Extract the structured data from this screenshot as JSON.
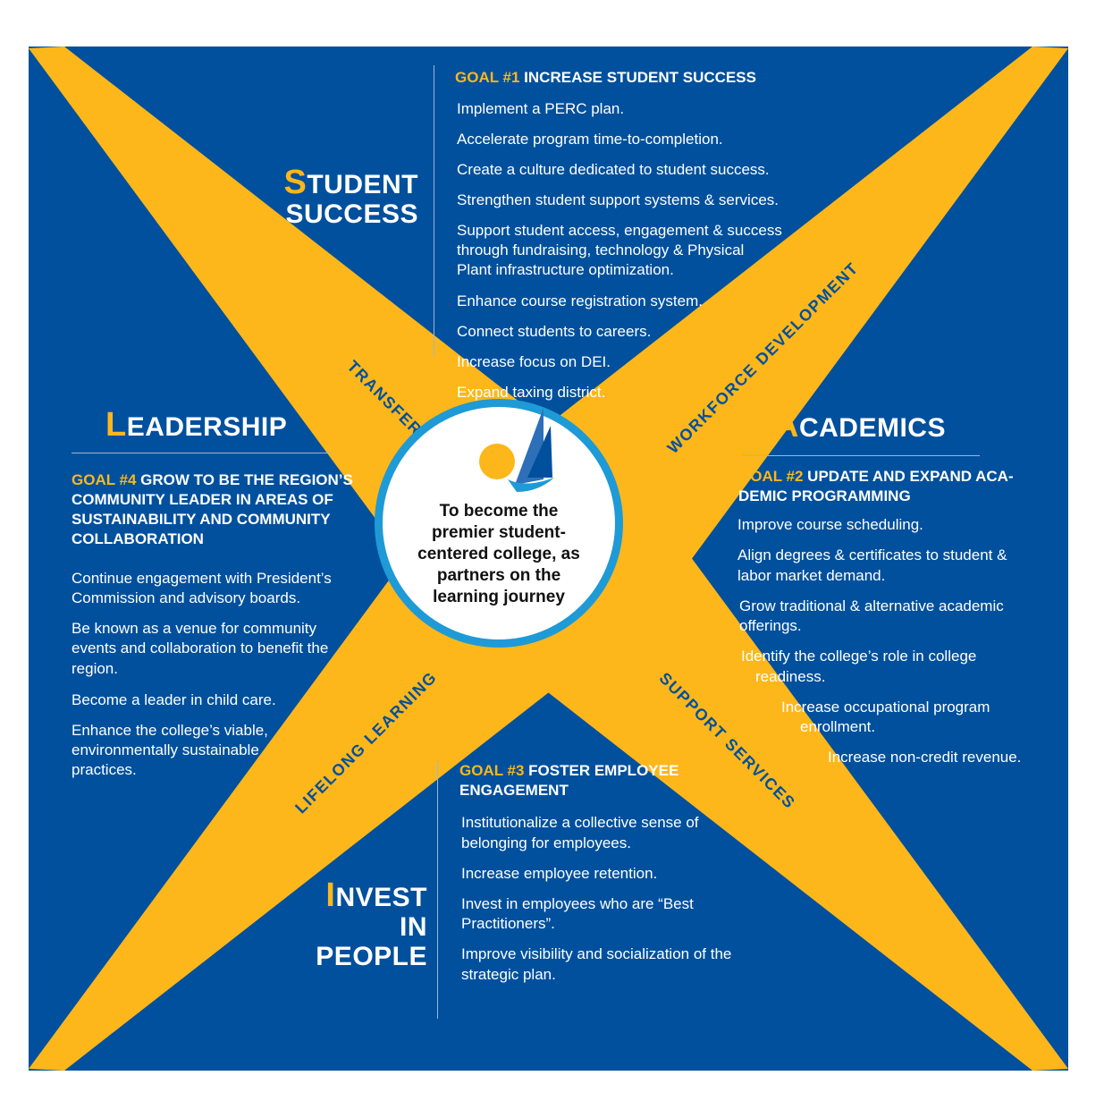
{
  "colors": {
    "background": "#00509d",
    "accent": "#fdb71a",
    "ring": "#1e9ad6"
  },
  "center": {
    "logo": "sailboat-logo-icon",
    "mission": "To become the premier student-centered college, as partners on the learning journey"
  },
  "bands": {
    "transfer": "TRANSFER",
    "workforce": "WORKFORCE DEVELOPMENT",
    "lifelong": "LIFELONG LEARNING",
    "support": "SUPPORT SERVICES"
  },
  "areas": {
    "student_success": {
      "cap": "S",
      "line1": "TUDENT",
      "line2": "SUCCESS"
    },
    "leadership": {
      "cap": "L",
      "rest": "EADERSHIP"
    },
    "academics": {
      "cap": "A",
      "rest": "CADEMICS"
    },
    "invest": {
      "cap": "I",
      "line1": "NVEST",
      "line2": "IN PEOPLE"
    }
  },
  "goals": {
    "g1": {
      "num": "GOAL #1",
      "title": "INCREASE STUDENT SUCCESS",
      "items": [
        "Implement a PERC plan.",
        "Accelerate program time-to-completion.",
        "Create a culture dedicated to student success.",
        "Strengthen student support systems & services.",
        "Support student access, engagement & success",
        "through fundraising, technology & Physical",
        "Plant infrastructure optimization.",
        "Enhance course registration system.",
        "Connect students to careers.",
        "Increase focus on DEI.",
        "Expand taxing district."
      ]
    },
    "g2": {
      "num": "GOAL #2",
      "title1": "UPDATE AND EXPAND ACA-",
      "title2": "DEMIC PROGRAMMING",
      "items": [
        "Improve course scheduling.",
        "Align degrees & certificates to student &",
        "labor market demand.",
        "Grow traditional & alternative academic",
        "offerings.",
        "Identify the college’s role in college",
        "readiness.",
        "Increase occupational program",
        "enrollment.",
        "Increase non-credit revenue."
      ]
    },
    "g3": {
      "num": "GOAL #3",
      "title1": "FOSTER EMPLOYEE",
      "title2": "ENGAGEMENT",
      "items": [
        "Institutionalize a collective sense of",
        "belonging for employees.",
        "Increase employee retention.",
        "Invest in employees who are “Best",
        "Practitioners”.",
        "Improve visibility and socialization of the",
        "strategic plan."
      ]
    },
    "g4": {
      "num": "GOAL #4",
      "title1": "GROW TO BE THE REGION’S",
      "title2": "COMMUNITY LEADER IN AREAS OF",
      "title3": "SUSTAINABILITY AND COMMUNITY",
      "title4": "COLLABORATION",
      "items": [
        "Continue engagement with President’s",
        "Commission and advisory boards.",
        "Be known as a venue for community",
        "events and collaboration to benefit the",
        "region.",
        "Become a leader in child care.",
        "Enhance the college’s viable,",
        "environmentally sustainable",
        "practices."
      ]
    }
  }
}
